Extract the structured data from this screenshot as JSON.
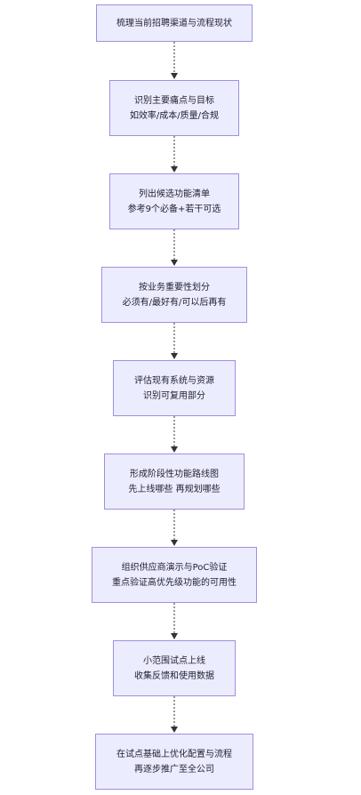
{
  "diagram": {
    "type": "flowchart",
    "direction": "top-to-bottom",
    "colors": {
      "node_fill": "#ececff",
      "node_border": "#9f8fdf",
      "edge": "#333333",
      "text": "#1f1f2e"
    },
    "nodes": [
      {
        "id": "n1",
        "lines": [
          "梳理当前招聘渠道与流程现状"
        ]
      },
      {
        "id": "n2",
        "lines": [
          "识别主要痛点与目标",
          "如效率/成本/质量/合规"
        ]
      },
      {
        "id": "n3",
        "lines": [
          "列出候选功能清单",
          "参考9个必备+若干可选"
        ]
      },
      {
        "id": "n4",
        "lines": [
          "按业务重要性划分",
          "必须有/最好有/可以后再有"
        ]
      },
      {
        "id": "n5",
        "lines": [
          "评估现有系统与资源",
          "识别可复用部分"
        ]
      },
      {
        "id": "n6",
        "lines": [
          "形成阶段性功能路线图",
          "先上线哪些 再规划哪些"
        ]
      },
      {
        "id": "n7",
        "lines": [
          "组织供应商演示与PoC验证",
          "重点验证高优先级功能的可用性"
        ]
      },
      {
        "id": "n8",
        "lines": [
          "小范围试点上线",
          "收集反馈和使用数据"
        ]
      },
      {
        "id": "n9",
        "lines": [
          "在试点基础上优化配置与流程",
          "再逐步推广至全公司"
        ]
      }
    ],
    "edges": [
      {
        "from": "n1",
        "to": "n2"
      },
      {
        "from": "n2",
        "to": "n3"
      },
      {
        "from": "n3",
        "to": "n4"
      },
      {
        "from": "n4",
        "to": "n5"
      },
      {
        "from": "n5",
        "to": "n6"
      },
      {
        "from": "n6",
        "to": "n7"
      },
      {
        "from": "n7",
        "to": "n8"
      },
      {
        "from": "n8",
        "to": "n9"
      }
    ]
  }
}
